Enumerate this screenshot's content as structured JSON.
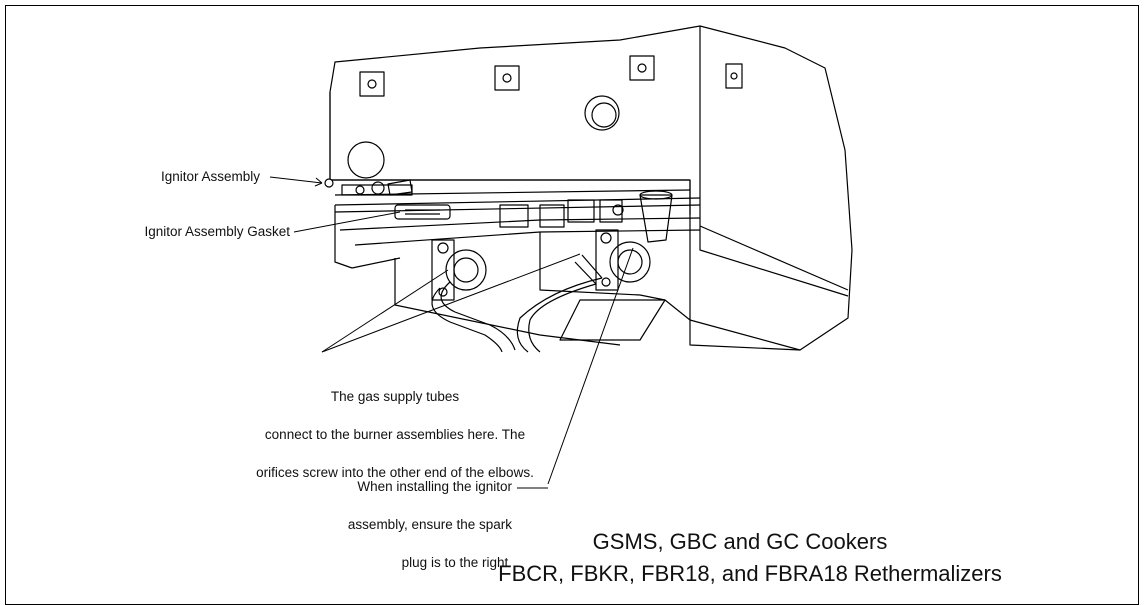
{
  "labels": {
    "ignitor_assembly": "Ignitor Assembly",
    "ignitor_assembly_gasket": "Ignitor Assembly Gasket",
    "gas_supply_note_line1": "The gas supply tubes",
    "gas_supply_note_line2": "connect to the burner assemblies here.  The",
    "gas_supply_note_line3": "orifices screw into the other end of the elbows.",
    "ignitor_note_line1": "When installing the ignitor",
    "ignitor_note_line2": "assembly, ensure the spark",
    "ignitor_note_line3": "plug is to the right."
  },
  "caption": {
    "line1": "GSMS, GBC and GC Cookers",
    "line2": "FBCR, FBKR, FBR18, and FBRA18 Rethermalizers"
  }
}
